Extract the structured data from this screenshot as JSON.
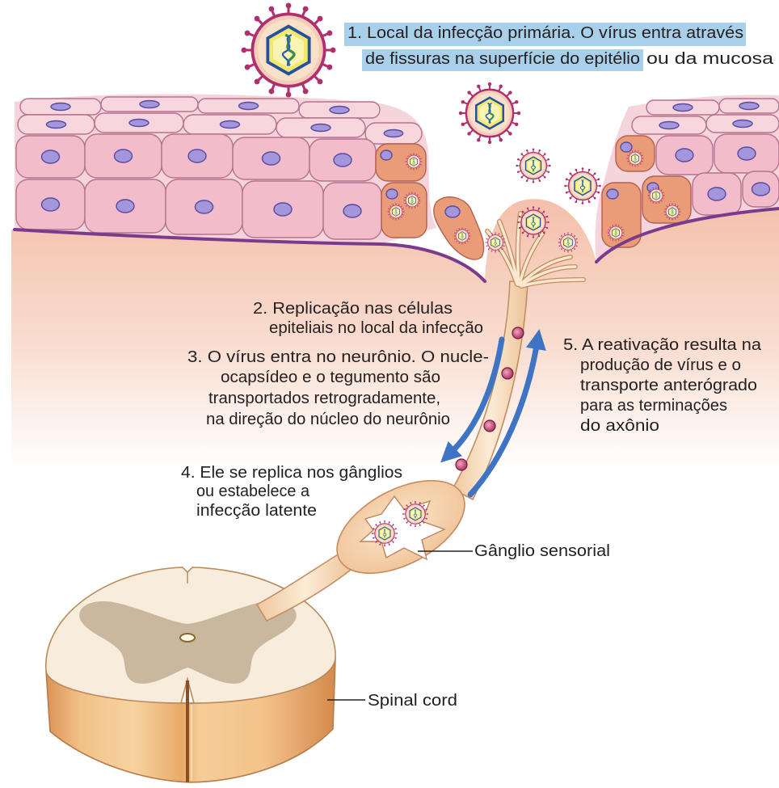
{
  "figure": {
    "step1": {
      "line1": "1. Local da infecção primária. O vírus entra através",
      "line2_highlight": "de fissuras na superfície do epitélio",
      "line2_rest": "ou da mucosa"
    },
    "step2": {
      "lines": [
        "2. Replicação nas células",
        "epiteliais no local da infecção"
      ]
    },
    "step3": {
      "lines": [
        "3. O vírus entra no neurônio. O nucle-",
        "ocapsídeo e o tegumento são",
        "transportados retrogradamente,",
        "na direção do núcleo do neurônio"
      ]
    },
    "step4": {
      "lines": [
        "4. Ele se replica nos gânglios",
        "ou estabelece a",
        "infecção latente"
      ]
    },
    "step5": {
      "lines": [
        "5. A reativação resulta na",
        "produção de vírus e o",
        "transporte anterógrado",
        "para as terminações",
        "do axônio"
      ]
    },
    "labels": {
      "ganglion": "Gânglio sensorial",
      "spinal_cord": "Spinal cord"
    }
  },
  "icons": {
    "virion": "herpesvirus-virion-icon",
    "arrow_retrograde": "arrow-down-icon",
    "arrow_anterograde": "arrow-up-icon"
  },
  "colors": {
    "highlight": "#a8d0ea",
    "text": "#231f20",
    "arrow": "#3f74c4",
    "virion_spike": "#b02f6e",
    "capsid_outline": "#23519b",
    "cell": "#f2bccb",
    "squamous_cell": "#f8d6de",
    "infected_cell": "#ea9c78",
    "nucleus": "#a496dc",
    "membrane": "#7b3b8c",
    "nerve_outline": "#c48d63",
    "grey_matter": "#c9b89d",
    "white_matter": "#f8eddd"
  }
}
